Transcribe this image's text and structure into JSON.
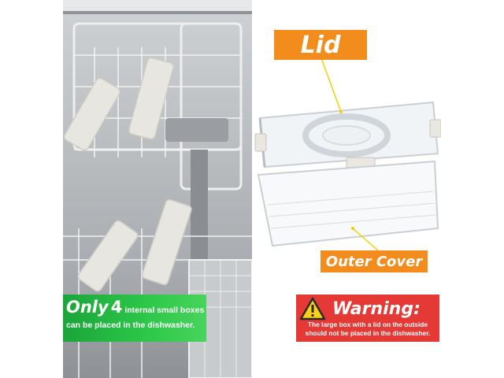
{
  "lid_label": "Lid",
  "outer_cover_label": "Outer Cover",
  "green_banner": {
    "only": "Only",
    "count": "4",
    "line1_rest": "internal small boxes",
    "line2": "can be placed in the dishwasher."
  },
  "red_banner": {
    "title": "Warning",
    "colon": ":",
    "line1": "The large box with a lid on the outside",
    "line2": "should not be placed in the dishwasher."
  },
  "colors": {
    "label_orange": "#f28c1c",
    "green_banner": "#2ec84a",
    "red_banner": "#e53935",
    "warning_yellow": "#f7d117",
    "pointer_yellow": "#f2d000"
  },
  "icons": [
    "warning-triangle-icon",
    "dishwasher-rack-photo",
    "container-photo"
  ]
}
